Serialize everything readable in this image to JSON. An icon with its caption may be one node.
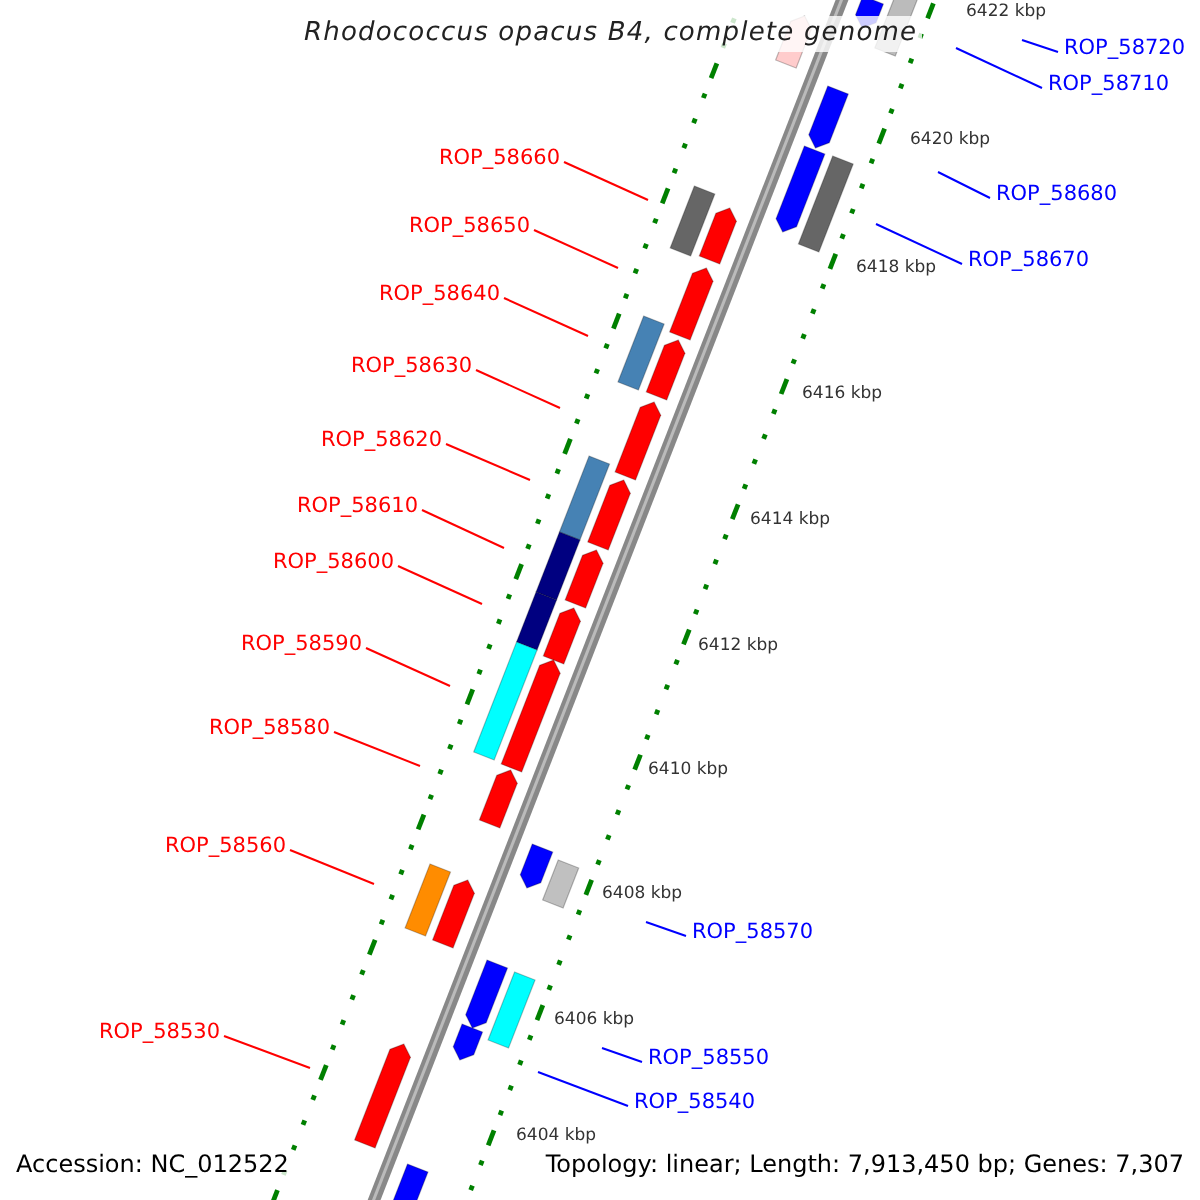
{
  "diagram": {
    "title": "Rhodococcus opacus B4, complete genome",
    "nodes": [
      {
        "text": [
          "ROP_58720"
        ]
      },
      {
        "text": [
          "ROP_58710"
        ]
      },
      {
        "text": [
          "ROP_58660"
        ]
      },
      {
        "text": [
          "ROP_58680"
        ]
      },
      {
        "text": [
          "ROP_58650"
        ]
      },
      {
        "text": [
          "ROP_58670"
        ]
      },
      {
        "text": [
          "ROP_58640"
        ]
      },
      {
        "text": [
          "ROP_58630"
        ]
      },
      {
        "text": [
          "ROP_58620"
        ]
      },
      {
        "text": [
          "ROP_58610"
        ]
      },
      {
        "text": [
          "ROP_58600"
        ]
      },
      {
        "text": [
          "ROP_58590"
        ]
      },
      {
        "text": [
          "ROP_58580"
        ]
      },
      {
        "text": [
          "ROP_58560"
        ]
      },
      {
        "text": [
          "ROP_58570"
        ]
      },
      {
        "text": [
          "ROP_58530"
        ]
      },
      {
        "text": [
          "ROP_58550"
        ]
      },
      {
        "text": [
          "ROP_58540"
        ]
      }
    ],
    "edges": [
      {
        "from": 0,
        "to": null,
        "arrow": "none",
        "color": "#0000ff"
      },
      {
        "from": 1,
        "to": null,
        "arrow": "none",
        "color": "#0000ff"
      },
      {
        "from": 2,
        "to": null,
        "arrow": "none"
      },
      {
        "from": 3,
        "to": null,
        "arrow": "none",
        "color": "#0000ff"
      },
      {
        "from": 4,
        "to": null,
        "arrow": "none"
      },
      {
        "from": 5,
        "to": null,
        "arrow": "none",
        "color": "#0000ff"
      },
      {
        "from": 6,
        "to": null,
        "arrow": "none"
      },
      {
        "from": 7,
        "to": null,
        "arrow": "none"
      },
      {
        "from": 8,
        "to": null,
        "arrow": "none"
      },
      {
        "from": 9,
        "to": null,
        "arrow": "none"
      },
      {
        "from": 10,
        "to": null,
        "arrow": "none"
      },
      {
        "from": 11,
        "to": null,
        "arrow": "none"
      },
      {
        "from": 12,
        "to": null,
        "arrow": "none"
      },
      {
        "from": 13,
        "to": null,
        "arrow": "none"
      },
      {
        "from": 14,
        "to": null,
        "arrow": "none",
        "color": "#0000ff"
      },
      {
        "from": 15,
        "to": null,
        "arrow": "none"
      },
      {
        "from": 16,
        "to": null,
        "arrow": "none",
        "color": "#0000ff"
      },
      {
        "from": 17,
        "to": null,
        "arrow": "none",
        "color": "#0000ff"
      }
    ],
    "labels": [
      "6422 kbp",
      "6420 kbp",
      "6418 kbp",
      "6416 kbp",
      "6414 kbp",
      "6412 kbp",
      "6410 kbp",
      "6408 kbp",
      "6406 kbp",
      "6404 kbp",
      "Accession: NC_012522",
      "Topology: linear; Length: 7,913,450 bp; Genes: 7,307"
    ]
  }
}
